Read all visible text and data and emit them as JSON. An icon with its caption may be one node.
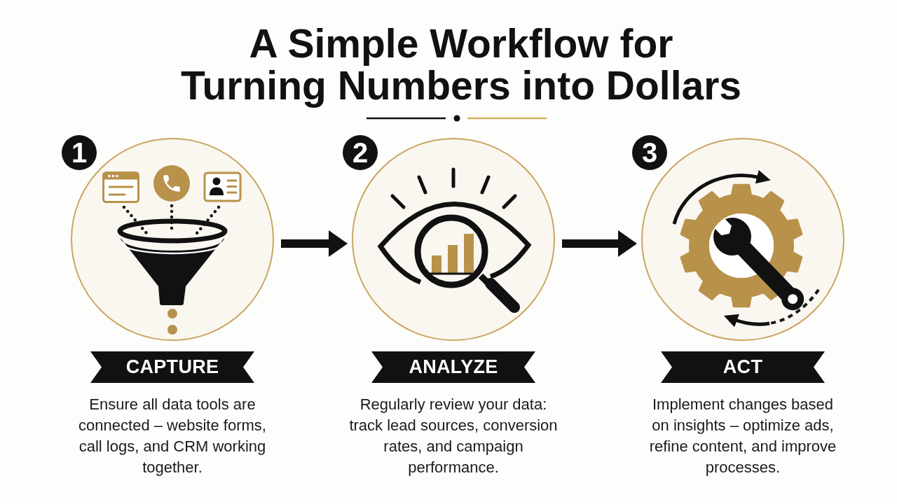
{
  "diagram": {
    "title": "A Simple Workflow for Turning Numbers into Dollars",
    "nodes": [
      {
        "text": [
          "1",
          "CAPTURE",
          "Ensure all data tools are connected – website forms, call logs, and CRM working together."
        ]
      },
      {
        "text": [
          "2",
          "ANALYZE",
          "Regularly review your data: track lead sources, conversion rates, and campaign performance."
        ]
      },
      {
        "text": [
          "3",
          "ACT",
          "Implement changes based on insights – optimize ads, refine content, and improve processes."
        ]
      }
    ],
    "edges": [
      {
        "from": 0,
        "to": 1,
        "arrow": "to"
      },
      {
        "from": 1,
        "to": 2,
        "arrow": "to"
      }
    ]
  }
}
